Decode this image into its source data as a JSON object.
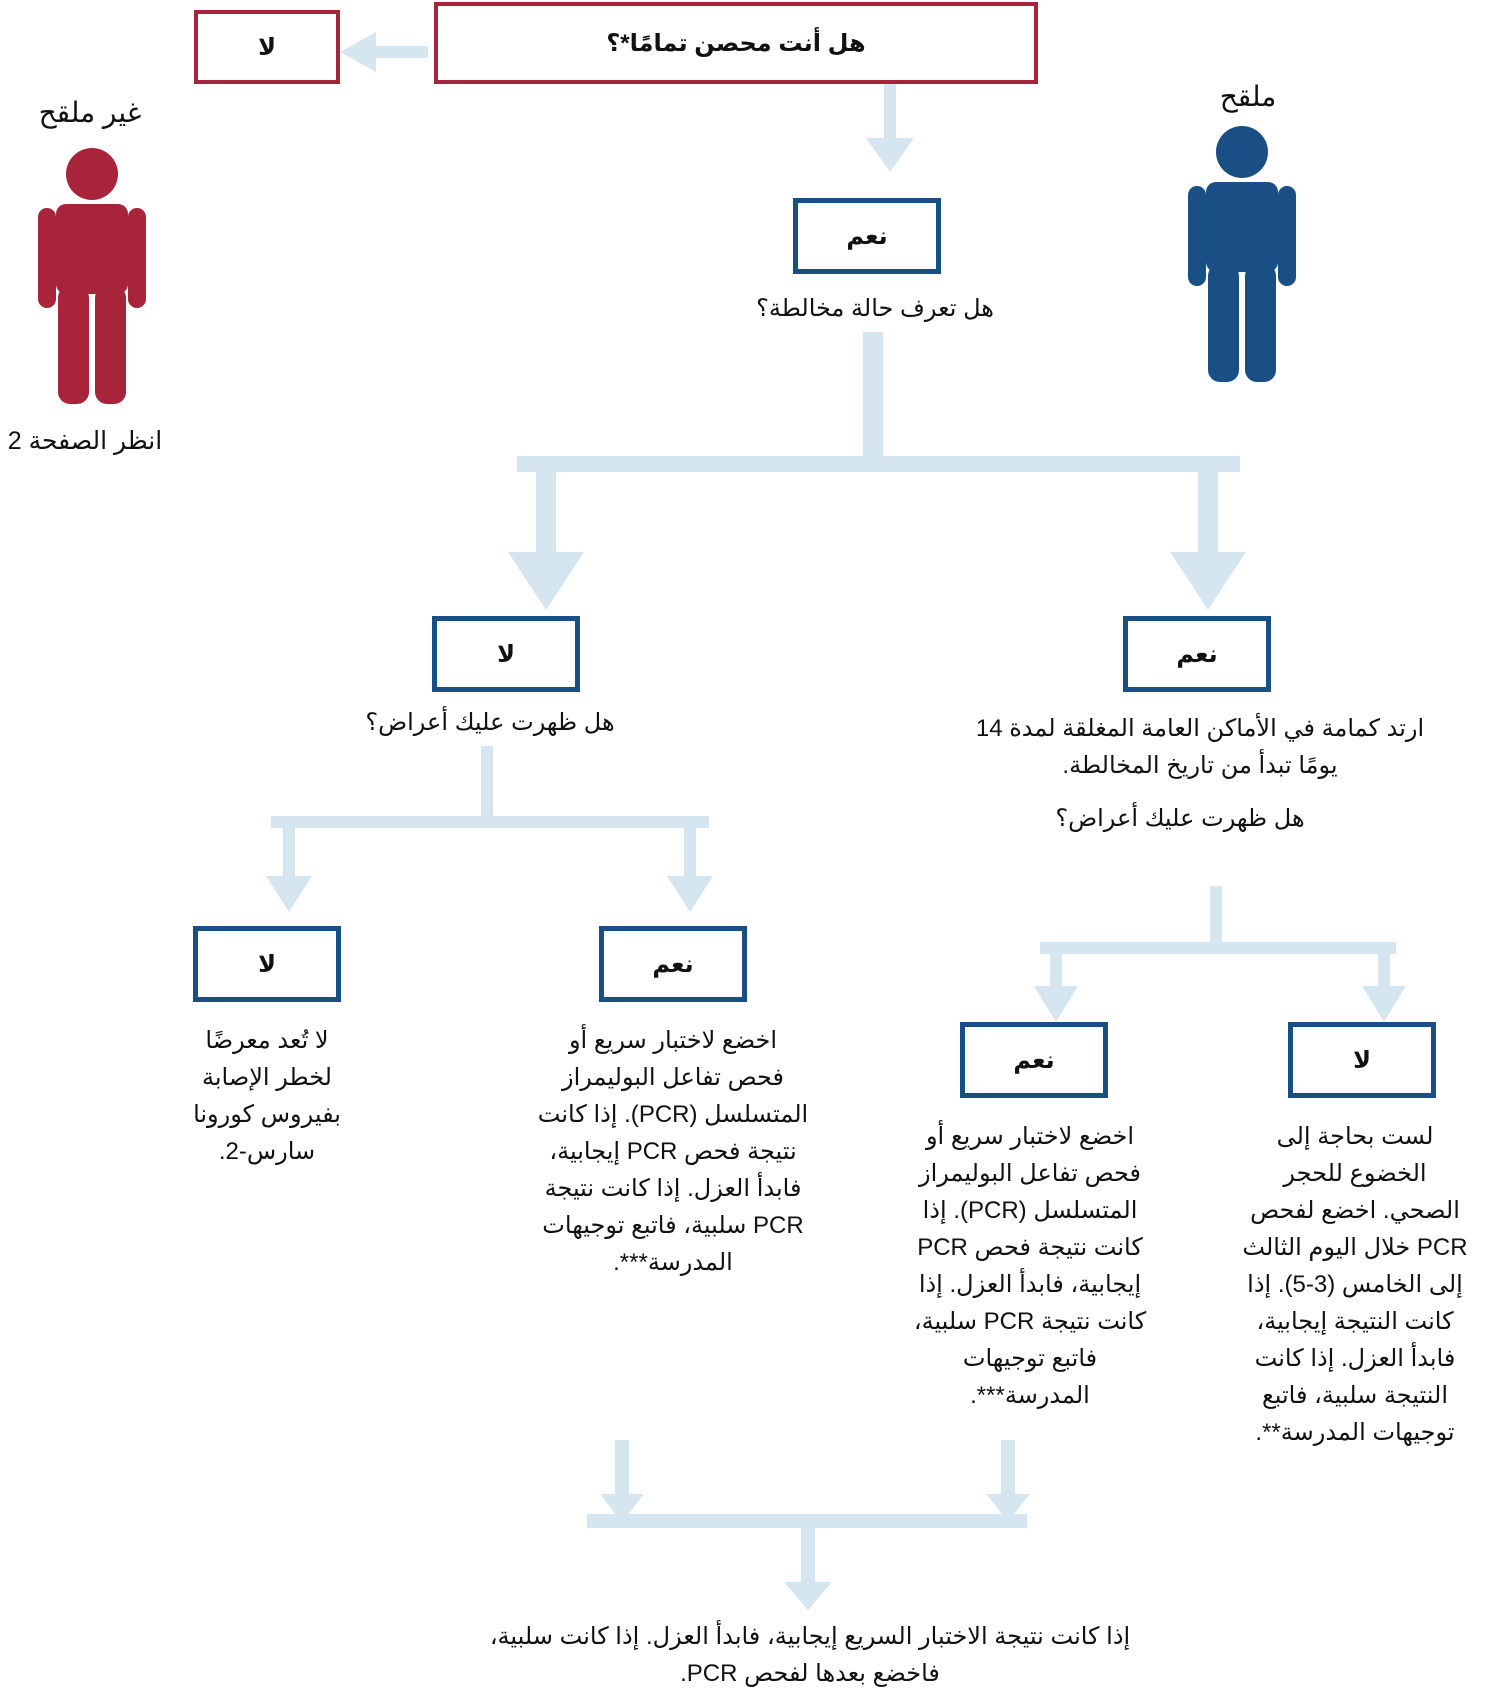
{
  "colors": {
    "red": "#a8243a",
    "blue": "#1a4f86",
    "arrow": "#d6e6f1"
  },
  "top_question": "هل أنت محصن تمامًا*؟",
  "top_no": "لا",
  "unvaccinated": {
    "label": "غير ملقح",
    "see_page": "انظر الصفحة 2",
    "icon": "person-icon"
  },
  "vaccinated": {
    "label": "ملقح",
    "icon": "person-icon"
  },
  "yes1": "نعم",
  "contact_question": "هل تعرف حالة مخالطة؟",
  "left_branch": {
    "no": "لا",
    "symptoms_question": "هل ظهرت عليك أعراض؟",
    "yes": "نعم",
    "yes_text": "اخضع لاختبار سريع أو\nفحص تفاعل البوليمراز\nالمتسلسل (PCR). إذا كانت\nنتيجة فحص PCR إيجابية،\nفابدأ العزل. إذا كانت نتيجة\nPCR سلبية، فاتبع توجيهات\nالمدرسة***.",
    "no2": "لا",
    "no_text": "لا تُعد معرضًا\nلخطر الإصابة\nبفيروس كورونا\nسارس-2."
  },
  "right_branch": {
    "yes": "نعم",
    "mask_text": "ارتد كمامة في الأماكن العامة المغلقة لمدة 14\nيومًا تبدأ من تاريخ المخالطة.",
    "symptoms_question": "هل ظهرت عليك أعراض؟",
    "yes2": "نعم",
    "yes_text": "اخضع لاختبار سريع أو\nفحص تفاعل البوليمراز\nالمتسلسل (PCR). إذا\nكانت نتيجة فحص PCR\nإيجابية، فابدأ العزل. إذا\nكانت نتيجة PCR سلبية،\nفاتبع توجيهات\nالمدرسة***.",
    "no2": "لا",
    "no_text": "لست بحاجة إلى\nالخضوع للحجر\nالصحي. اخضع لفحص\nPCR خلال اليوم الثالث\nإلى الخامس (3-5). إذا\nكانت النتيجة إيجابية،\nفابدأ العزل. إذا كانت\nالنتيجة سلبية، فاتبع\nتوجيهات المدرسة**."
  },
  "bottom_text": "إذا كانت نتيجة الاختبار السريع إيجابية، فابدأ العزل. إذا كانت سلبية،\nفاخضع بعدها لفحص PCR."
}
